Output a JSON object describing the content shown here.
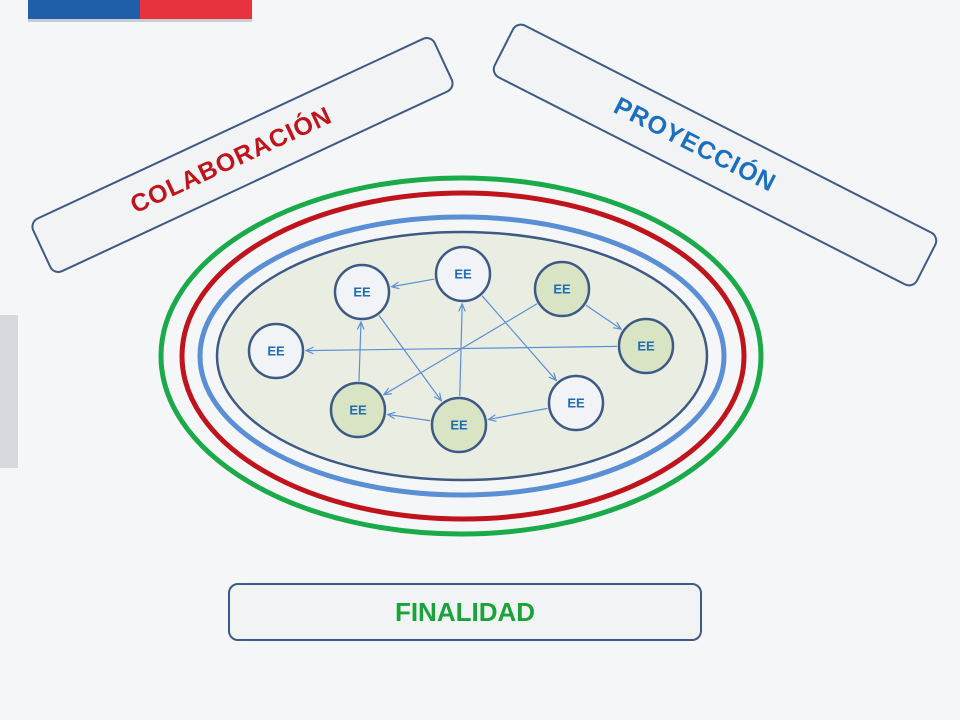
{
  "banners": {
    "left": "COLABORACIÓN",
    "right": "PROYECCIÓN",
    "bottom": "FINALIDAD"
  },
  "colors": {
    "outer_ring": "#1aaa4a",
    "middle_ring": "#c0141c",
    "inner_ring": "#5a8fd6",
    "core_fill": "#eaeee2",
    "node_white": "#f2f3f6",
    "node_green": "#d8e4c4",
    "node_stroke": "#3d5a86",
    "arrow": "#5b8fd6"
  },
  "nodes": [
    {
      "id": "n1",
      "label": "EE",
      "variant": "white"
    },
    {
      "id": "n2",
      "label": "EE",
      "variant": "white"
    },
    {
      "id": "n3",
      "label": "EE",
      "variant": "green"
    },
    {
      "id": "n4",
      "label": "EE",
      "variant": "white"
    },
    {
      "id": "n5",
      "label": "EE",
      "variant": "green"
    },
    {
      "id": "n6",
      "label": "EE",
      "variant": "green"
    },
    {
      "id": "n7",
      "label": "EE",
      "variant": "white"
    },
    {
      "id": "n8",
      "label": "EE",
      "variant": "green"
    }
  ],
  "edges": [
    {
      "from": "n1",
      "to": "n2"
    },
    {
      "from": "n3",
      "to": "n5"
    },
    {
      "from": "n5",
      "to": "n4"
    },
    {
      "from": "n8",
      "to": "n1"
    },
    {
      "from": "n8",
      "to": "n6"
    },
    {
      "from": "n6",
      "to": "n2"
    },
    {
      "from": "n2",
      "to": "n8"
    },
    {
      "from": "n1",
      "to": "n7"
    },
    {
      "from": "n7",
      "to": "n8"
    },
    {
      "from": "n3",
      "to": "n6"
    }
  ]
}
